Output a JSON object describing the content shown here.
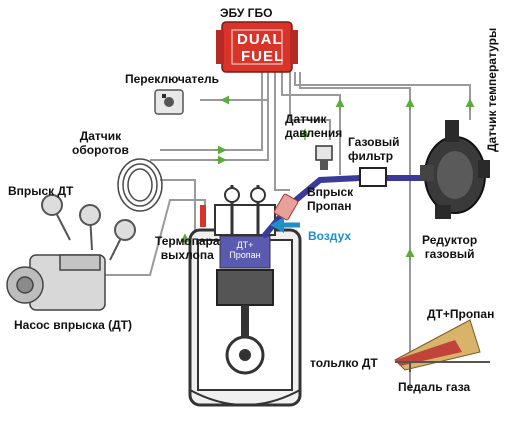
{
  "labels": {
    "ecu": "ЭБУ ГБО",
    "ecu_line1": "DUAL",
    "ecu_line2": "FUEL",
    "switch": "Переключатель",
    "rpm_sensor": "Датчик\nоборотов",
    "diesel_injection": "Впрыск ДТ",
    "injection_pump": "Насос впрыска (ДТ)",
    "thermocouple": "Термопара\nвыхлопа",
    "pressure_sensor": "Датчик\nдавления",
    "propane_injection": "Впрыск\nПропан",
    "air": "Воздух",
    "gas_filter": "Газовый\nфильтр",
    "temp_sensor": "Датчик температуры",
    "reducer": "Редуктор\nгазовый",
    "chamber_line1": "ДТ+",
    "chamber_line2": "Пропан",
    "pedal_dual": "ДТ+Пропан",
    "pedal_diesel": "тольлко ДТ",
    "pedal": "Педаль газа"
  },
  "colors": {
    "ecu_red": "#d8342a",
    "gas_line": "#3a3a9a",
    "signal_arrow": "#5faa3c",
    "air_arrow": "#1e8fc7",
    "wire": "#9a9a9a"
  }
}
